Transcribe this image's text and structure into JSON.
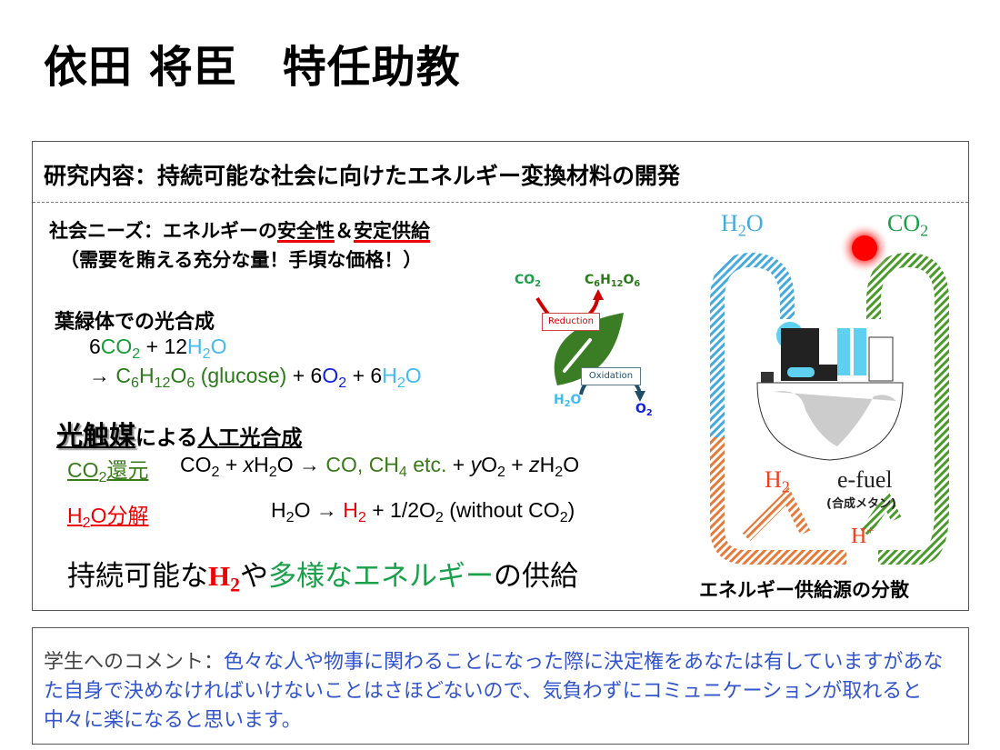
{
  "title": "依田 将臣　特任助教",
  "research": {
    "heading": "研究内容：持続可能な社会に向けたエネルギー変換材料の開発",
    "needs_prefix": "社会ニーズ：エネルギーの",
    "needs_u1": "安全性",
    "needs_amp": "＆",
    "needs_u2": "安定供給",
    "needs_paren": "（需要を賄える充分な量！手頃な価格！）",
    "photo_heading": "葉緑体での光合成",
    "photo_eq1": [
      {
        "t": "6"
      },
      {
        "t": "CO",
        "c": "#1a9a3a"
      },
      {
        "t": "2",
        "c": "#1a9a3a",
        "sub": true
      },
      {
        "t": " + 12"
      },
      {
        "t": "H",
        "c": "#44bbee"
      },
      {
        "t": "2",
        "c": "#44bbee",
        "sub": true
      },
      {
        "t": "O",
        "c": "#44bbee"
      }
    ],
    "photo_eq2": [
      {
        "t": "→ "
      },
      {
        "t": "C",
        "c": "#2a7a1a"
      },
      {
        "t": "6",
        "c": "#2a7a1a",
        "sub": true
      },
      {
        "t": "H",
        "c": "#2a7a1a"
      },
      {
        "t": "12",
        "c": "#2a7a1a",
        "sub": true
      },
      {
        "t": "O",
        "c": "#2a7a1a"
      },
      {
        "t": "6",
        "c": "#2a7a1a",
        "sub": true
      },
      {
        "t": " (glucose)",
        "c": "#2a7a1a"
      },
      {
        "t": " + 6"
      },
      {
        "t": "O",
        "c": "#1122dd"
      },
      {
        "t": "2",
        "c": "#1122dd",
        "sub": true
      },
      {
        "t": " + 6"
      },
      {
        "t": "H",
        "c": "#44bbee"
      },
      {
        "t": "2",
        "c": "#44bbee",
        "sub": true
      },
      {
        "t": "O",
        "c": "#44bbee"
      }
    ],
    "cat_bold": "光触媒",
    "cat_mid": "による",
    "cat_u": "人工光合成",
    "co2_label": [
      {
        "t": "CO",
        "c": "#3a7a1a"
      },
      {
        "t": "2",
        "c": "#3a7a1a",
        "sub": true
      },
      {
        "t": "還元",
        "c": "#3a7a1a"
      }
    ],
    "co2_eq": [
      {
        "t": "CO"
      },
      {
        "t": "2",
        "sub": true
      },
      {
        "t": " + "
      },
      {
        "t": "x",
        "i": true
      },
      {
        "t": "H"
      },
      {
        "t": "2",
        "sub": true
      },
      {
        "t": "O → "
      },
      {
        "t": "CO, CH",
        "c": "#3a7a1a"
      },
      {
        "t": "4",
        "c": "#3a7a1a",
        "sub": true
      },
      {
        "t": " etc.",
        "c": "#3a7a1a"
      },
      {
        "t": " + "
      },
      {
        "t": "y",
        "i": true
      },
      {
        "t": "O"
      },
      {
        "t": "2",
        "sub": true
      },
      {
        "t": " + "
      },
      {
        "t": "z",
        "i": true
      },
      {
        "t": "H"
      },
      {
        "t": "2",
        "sub": true
      },
      {
        "t": "O"
      }
    ],
    "h2o_label": [
      {
        "t": "H",
        "c": "#e00"
      },
      {
        "t": "2",
        "c": "#e00",
        "sub": true
      },
      {
        "t": "O分解",
        "c": "#e00"
      }
    ],
    "h2o_eq": [
      {
        "t": "H"
      },
      {
        "t": "2",
        "sub": true
      },
      {
        "t": "O →  "
      },
      {
        "t": "H",
        "c": "#e00"
      },
      {
        "t": "2",
        "c": "#e00",
        "sub": true
      },
      {
        "t": "  + 1/2O"
      },
      {
        "t": "2",
        "sub": true
      },
      {
        "t": "    (without CO"
      },
      {
        "t": "2",
        "sub": true
      },
      {
        "t": ")"
      }
    ],
    "supply": [
      {
        "t": "持続可能な"
      },
      {
        "t": "H",
        "c": "#e00",
        "b": true,
        "serif": true
      },
      {
        "t": "2",
        "c": "#e00",
        "sub": true,
        "b": true,
        "serif": true
      },
      {
        "t": "や"
      },
      {
        "t": "多様なエネルギー",
        "c": "#1aa04a"
      },
      {
        "t": "の供給"
      }
    ]
  },
  "leaf_diagram": {
    "co2": "CO",
    "co2_sub": "2",
    "glucose": [
      {
        "t": "C"
      },
      {
        "t": "6",
        "sub": true
      },
      {
        "t": "H"
      },
      {
        "t": "12",
        "sub": true
      },
      {
        "t": "O"
      },
      {
        "t": "6",
        "sub": true
      }
    ],
    "reduction": "Reduction",
    "oxidation": "Oxidation",
    "h2o": "H",
    "h2o_sub": "2",
    "h2o_o": "O",
    "o2": "O",
    "o2_sub": "2"
  },
  "energy_diagram": {
    "h2o": "H",
    "h2o_sub": "2",
    "h2o_o": "O",
    "co2": "CO",
    "co2_sub": "2",
    "h2": "H",
    "h2_sub": "2",
    "hplus": "H",
    "hplus_sup": "+",
    "efuel": "e-fuel",
    "efuel_note": "(合成メタン)",
    "caption": "エネルギー供給源の分散"
  },
  "comment": {
    "label": "学生へのコメント：",
    "text": "色々な人や物事に関わることになった際に決定権をあなたは有していますがあなた自身で決めなければいけないことはさほどないので、気負わずにコミュニケーションが取れると中々に楽になると思います。"
  }
}
